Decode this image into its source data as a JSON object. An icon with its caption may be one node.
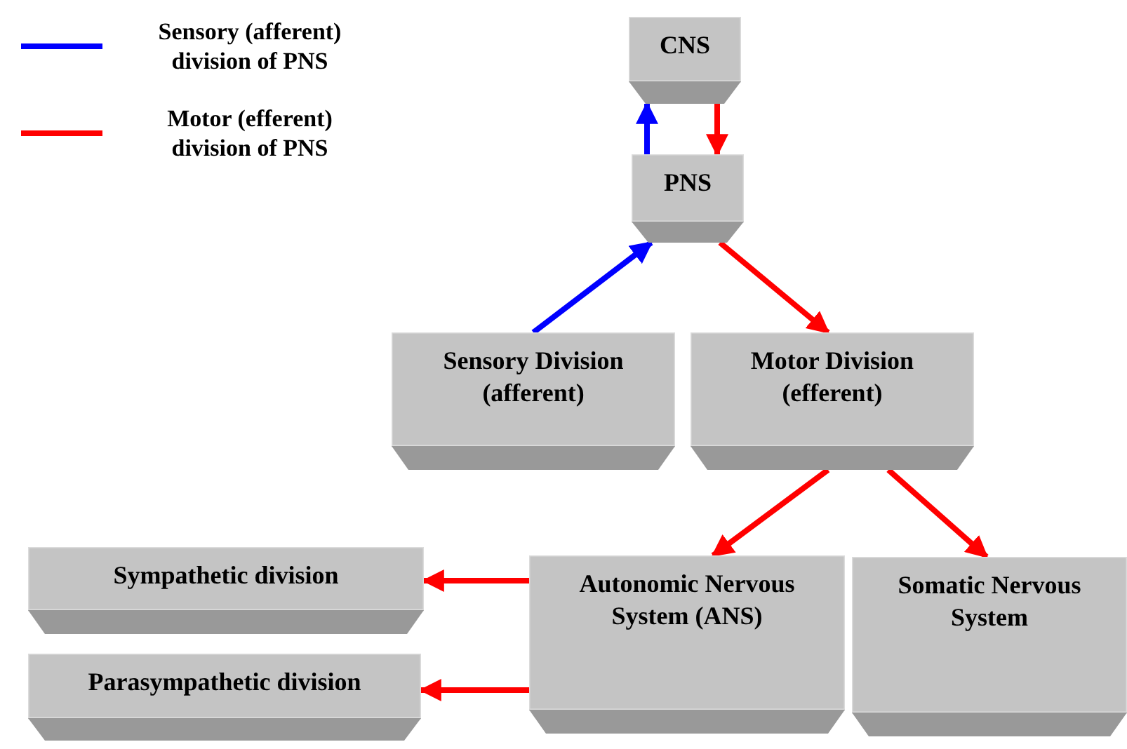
{
  "diagram": {
    "nodes": [
      {
        "text": [
          "CNS"
        ]
      },
      {
        "text": [
          "PNS"
        ]
      },
      {
        "text": [
          "Sensory Division (afferent)"
        ]
      },
      {
        "text": [
          "Motor Division (efferent)"
        ]
      },
      {
        "text": [
          "Sympathetic division"
        ]
      },
      {
        "text": [
          "Parasympathetic division"
        ]
      },
      {
        "text": [
          "Autonomic Nervous System (ANS)"
        ]
      },
      {
        "text": [
          "Somatic Nervous System"
        ]
      }
    ],
    "edges": [
      {
        "from": 1,
        "to": 0,
        "arrow": "to",
        "color": "#0000ff"
      },
      {
        "from": 0,
        "to": 1,
        "arrow": "to"
      },
      {
        "from": 2,
        "to": 1,
        "arrow": "to",
        "color": "#0000ff"
      },
      {
        "from": 1,
        "to": 3,
        "arrow": "to"
      },
      {
        "from": 3,
        "to": 6,
        "arrow": "to"
      },
      {
        "from": 3,
        "to": 7,
        "arrow": "to"
      },
      {
        "from": 6,
        "to": 4,
        "arrow": "to"
      },
      {
        "from": 6,
        "to": 5,
        "arrow": "to"
      }
    ],
    "legend": [
      {
        "text": "Sensory (afferent) division of PNS",
        "color": "#0000ff"
      },
      {
        "text": "Motor (efferent) division of PNS",
        "color": "#ff0000"
      }
    ]
  }
}
